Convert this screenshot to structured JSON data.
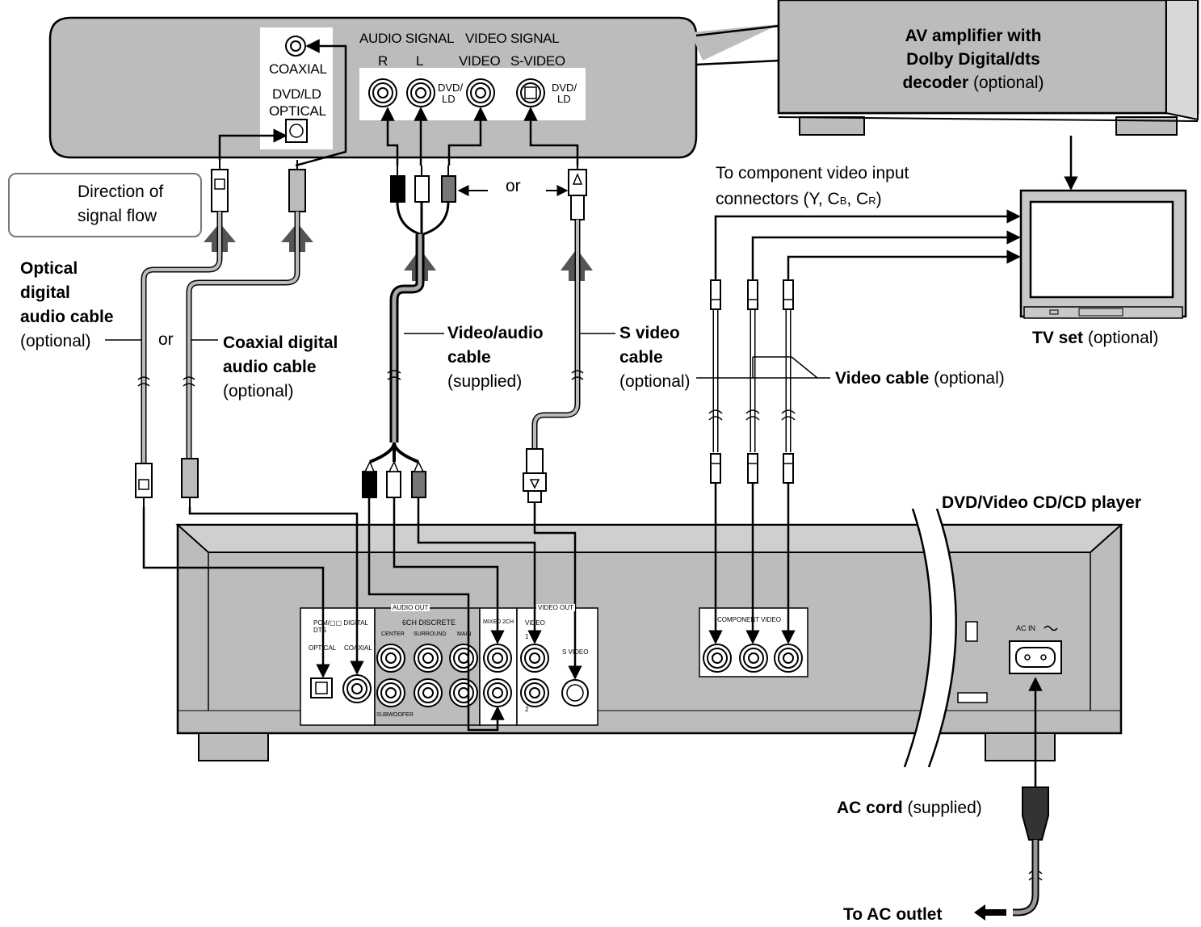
{
  "upper_panel": {
    "coaxial": "COAXIAL",
    "dvd_ld_1": "DVD/LD",
    "optical": "OPTICAL",
    "audio_signal": "AUDIO SIGNAL",
    "video_signal": "VIDEO SIGNAL",
    "r": "R",
    "l": "L",
    "video": "VIDEO",
    "s_video": "S-VIDEO",
    "dvd_slash": "DVD/",
    "ld": "LD"
  },
  "amplifier": {
    "line1": "AV amplifier with",
    "line2": "Dolby Digital/dts",
    "line3_bold": "decoder",
    "line3_rest": " (optional)"
  },
  "legend": {
    "line1": "Direction of",
    "line2": "signal flow"
  },
  "component_label": {
    "line1": "To component video input",
    "line2_pre": "connectors (Y, C",
    "sub_b": "B",
    "mid": ", C",
    "sub_r": "R",
    "close": ")"
  },
  "or1": "or",
  "or2": "or",
  "optical_cable": {
    "l1": "Optical",
    "l2": "digital",
    "l3": "audio cable",
    "l4": "(optional)"
  },
  "coaxial_cable": {
    "l1": "Coaxial digital",
    "l2": "audio cable",
    "l3": "(optional)"
  },
  "va_cable": {
    "l1": "Video/audio",
    "l2": "cable",
    "l3": "(supplied)"
  },
  "sv_cable": {
    "l1": "S video",
    "l2": "cable",
    "l3": "(optional)"
  },
  "video_cable": {
    "bold": "Video cable",
    "rest": " (optional)"
  },
  "tv": {
    "bold": "TV set",
    "rest": " (optional)"
  },
  "player": {
    "title": "DVD/Video CD/CD player"
  },
  "rear": {
    "pcm": "PCM/",
    "digital": " DIGITAL",
    "dts": "DTS",
    "optical": "OPTICAL",
    "coaxial": "COAXIAL",
    "audio_out": "AUDIO OUT",
    "discrete": "6CH DISCRETE",
    "center": "CENTER",
    "surround": "SURROUND",
    "main": "MAIN",
    "subwoofer": "SUBWOOFER",
    "mixed": "MIXED 2CH",
    "video_out": "VIDEO OUT",
    "video": "VIDEO",
    "one": "1",
    "two": "2",
    "s_video": "S VIDEO",
    "component": "COMPONENT VIDEO",
    "ac_in": "AC IN"
  },
  "ac_cord": {
    "bold": "AC cord",
    "rest": " (supplied)"
  },
  "ac_outlet": "To AC outlet"
}
